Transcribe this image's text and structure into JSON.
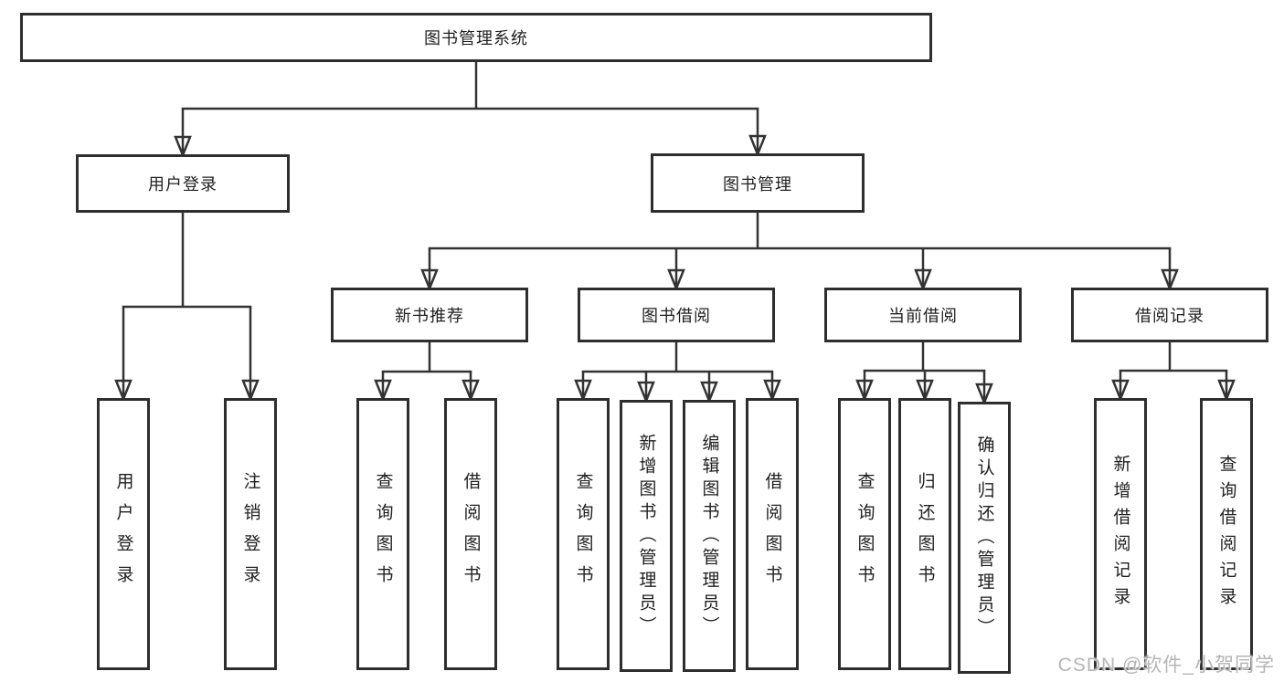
{
  "tree": {
    "label": "图书管理系统",
    "children": [
      {
        "label": "用户登录",
        "children": [
          {
            "label": "用户登录"
          },
          {
            "label": "注销登录"
          }
        ]
      },
      {
        "label": "图书管理",
        "children": [
          {
            "label": "新书推荐",
            "children": [
              {
                "label": "查询图书"
              },
              {
                "label": "借阅图书"
              }
            ]
          },
          {
            "label": "图书借阅",
            "children": [
              {
                "label": "查询图书"
              },
              {
                "label": "新增图书（管理员）"
              },
              {
                "label": "编辑图书（管理员）"
              },
              {
                "label": "借阅图书"
              }
            ]
          },
          {
            "label": "当前借阅",
            "children": [
              {
                "label": "查询图书"
              },
              {
                "label": "归还图书"
              },
              {
                "label": "确认归还（管理员）"
              }
            ]
          },
          {
            "label": "借阅记录",
            "children": [
              {
                "label": "新增借阅记录"
              },
              {
                "label": "查询借阅记录"
              }
            ]
          }
        ]
      }
    ]
  },
  "watermark": "CSDN @软件_小贺同学",
  "colors": {
    "line": "#333333",
    "box_border": "#2e2e2e",
    "text": "#1f1f1f",
    "background": "#ffffff",
    "watermark": "#b5b5b5"
  }
}
